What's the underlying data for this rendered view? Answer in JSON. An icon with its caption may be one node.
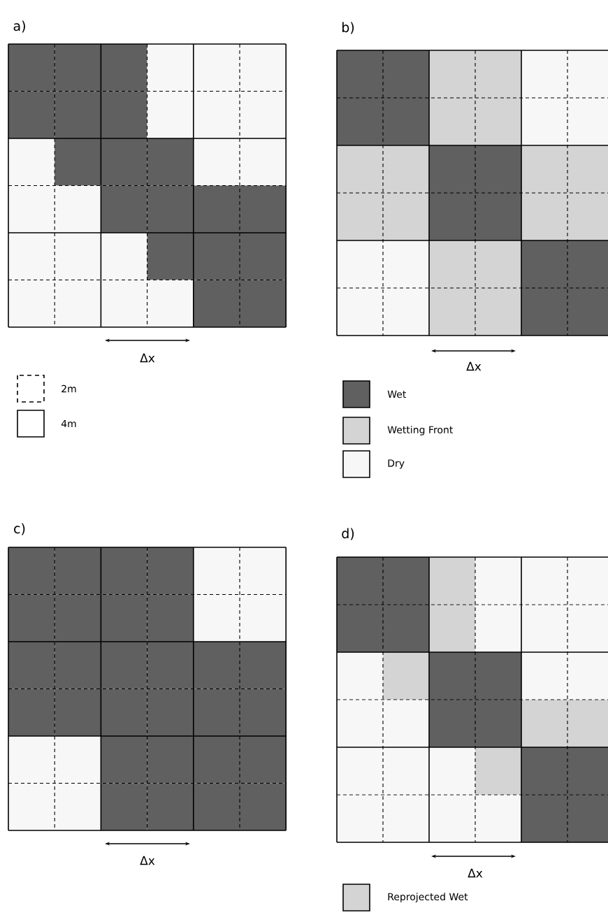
{
  "diagram": {
    "labels": [
      "a)",
      "b)",
      "Δx",
      "Δx",
      "c)",
      "d)",
      "Δx",
      "Δx"
    ],
    "legend": [
      {
        "text": "2m"
      },
      {
        "text": "4m"
      },
      {
        "text": "Wet",
        "color": "#606060"
      },
      {
        "text": "Wetting Front",
        "color": "#d4d4d4"
      },
      {
        "text": "Dry",
        "color": "#f7f7f7"
      },
      {
        "text": "Reprojected Wet",
        "color": "#d4d4d4"
      }
    ]
  }
}
